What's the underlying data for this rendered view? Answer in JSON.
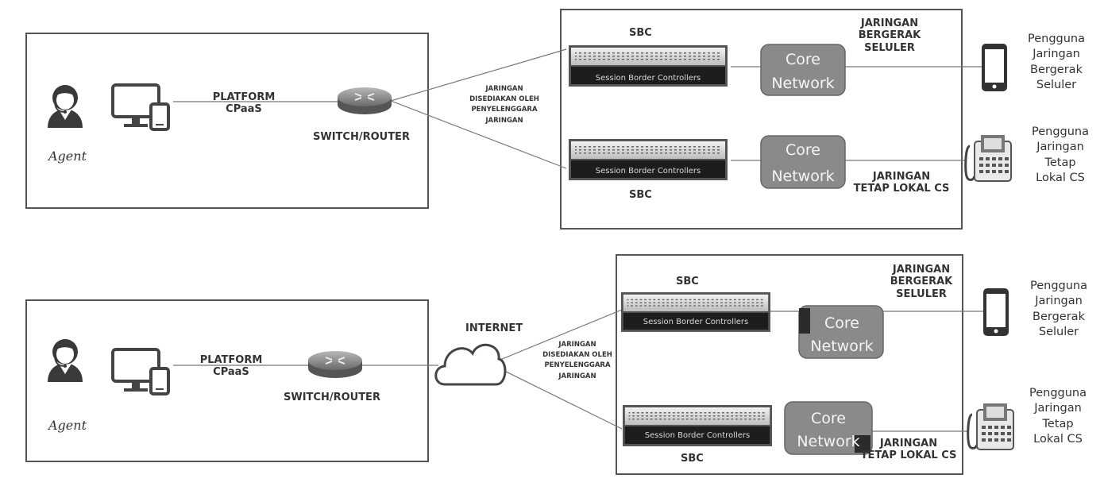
{
  "agent_label": "Agent",
  "platform_label": [
    "PLATFORM",
    "CPaaS"
  ],
  "router_label": "SWITCH/ROUTER",
  "internet_label": "INTERNET",
  "operator_network_label": [
    "JARINGAN",
    "DISEDIAKAN OLEH",
    "PENYELENGGARA",
    "JARINGAN"
  ],
  "sbc_label": "SBC",
  "sbc_device_text": "Session Border Controllers",
  "core_network_label": [
    "Core",
    "Network"
  ],
  "mobile_network_label": [
    "JARINGAN",
    "BERGERAK",
    "SELULER"
  ],
  "fixed_network_label": [
    "JARINGAN",
    "TETAP LOKAL CS"
  ],
  "mobile_user_label": [
    "Pengguna",
    "Jaringan",
    "Bergerak",
    "Seluler"
  ],
  "fixed_user_label": [
    "Pengguna",
    "Jaringan",
    "Tetap",
    "Lokal CS"
  ]
}
